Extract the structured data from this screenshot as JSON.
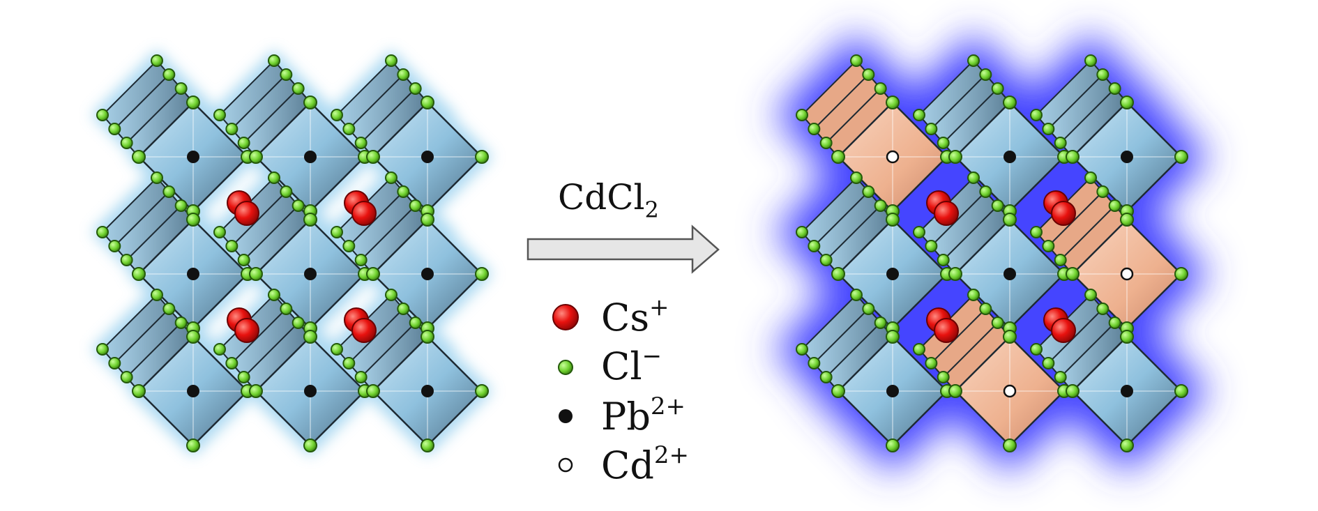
{
  "reaction": {
    "reagent": "CdCl",
    "reagent_subscript": "2"
  },
  "legend": [
    {
      "ion": "Cs",
      "charge": "+",
      "color": "#e8120f",
      "marker": "large-red-sphere"
    },
    {
      "ion": "Cl",
      "charge": "−",
      "color": "#6fd12e",
      "marker": "small-green-sphere"
    },
    {
      "ion": "Pb",
      "charge": "2+",
      "color": "#111111",
      "marker": "black-dot"
    },
    {
      "ion": "Cd",
      "charge": "2+",
      "color": "#ffffff",
      "marker": "white-dot"
    }
  ],
  "colors": {
    "octahedron_blue": "#8fc1de",
    "octahedron_dark": "#5b7f96",
    "cd_octahedron": "#f0b99a",
    "left_glow": "#9fd3ef",
    "right_glow": "#4444ff",
    "arrow_fill": "#e6e6e6"
  }
}
